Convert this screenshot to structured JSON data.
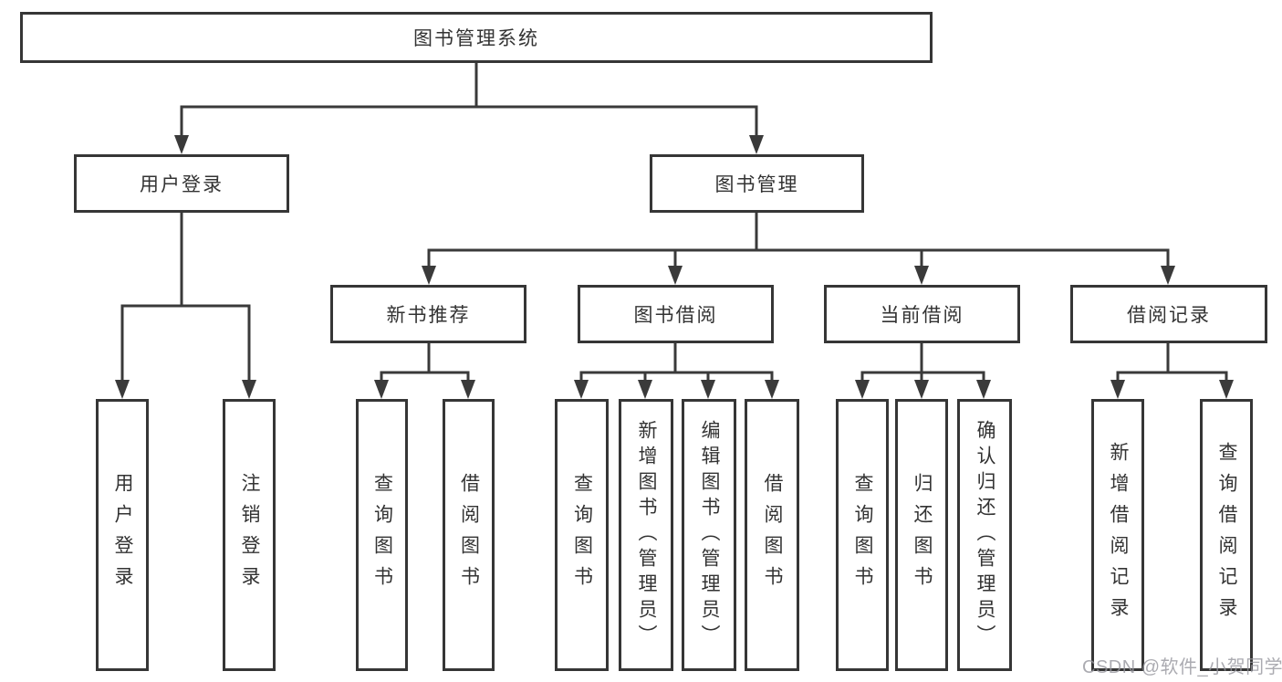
{
  "diagram": {
    "type": "hierarchy-tree",
    "root": {
      "label": "图书管理系统",
      "children": [
        {
          "label": "用户登录",
          "children": [
            {
              "label": "用户登录"
            },
            {
              "label": "注销登录"
            }
          ]
        },
        {
          "label": "图书管理",
          "children": [
            {
              "label": "新书推荐",
              "children": [
                {
                  "label": "查询图书"
                },
                {
                  "label": "借阅图书"
                }
              ]
            },
            {
              "label": "图书借阅",
              "children": [
                {
                  "label": "查询图书"
                },
                {
                  "label": "新增图书（管理员）"
                },
                {
                  "label": "编辑图书（管理员）"
                },
                {
                  "label": "借阅图书"
                }
              ]
            },
            {
              "label": "当前借阅",
              "children": [
                {
                  "label": "查询图书"
                },
                {
                  "label": "归还图书"
                },
                {
                  "label": "确认归还（管理员）"
                }
              ]
            },
            {
              "label": "借阅记录",
              "children": [
                {
                  "label": "新增借阅记录"
                },
                {
                  "label": "查询借阅记录"
                }
              ]
            }
          ]
        }
      ]
    }
  },
  "watermark": {
    "text": "CSDN @软件_小贺同学"
  },
  "colors": {
    "line": "#3a3a3a",
    "border": "#363636",
    "text": "#333333",
    "background": "#ffffff",
    "watermark": "#96969e"
  }
}
